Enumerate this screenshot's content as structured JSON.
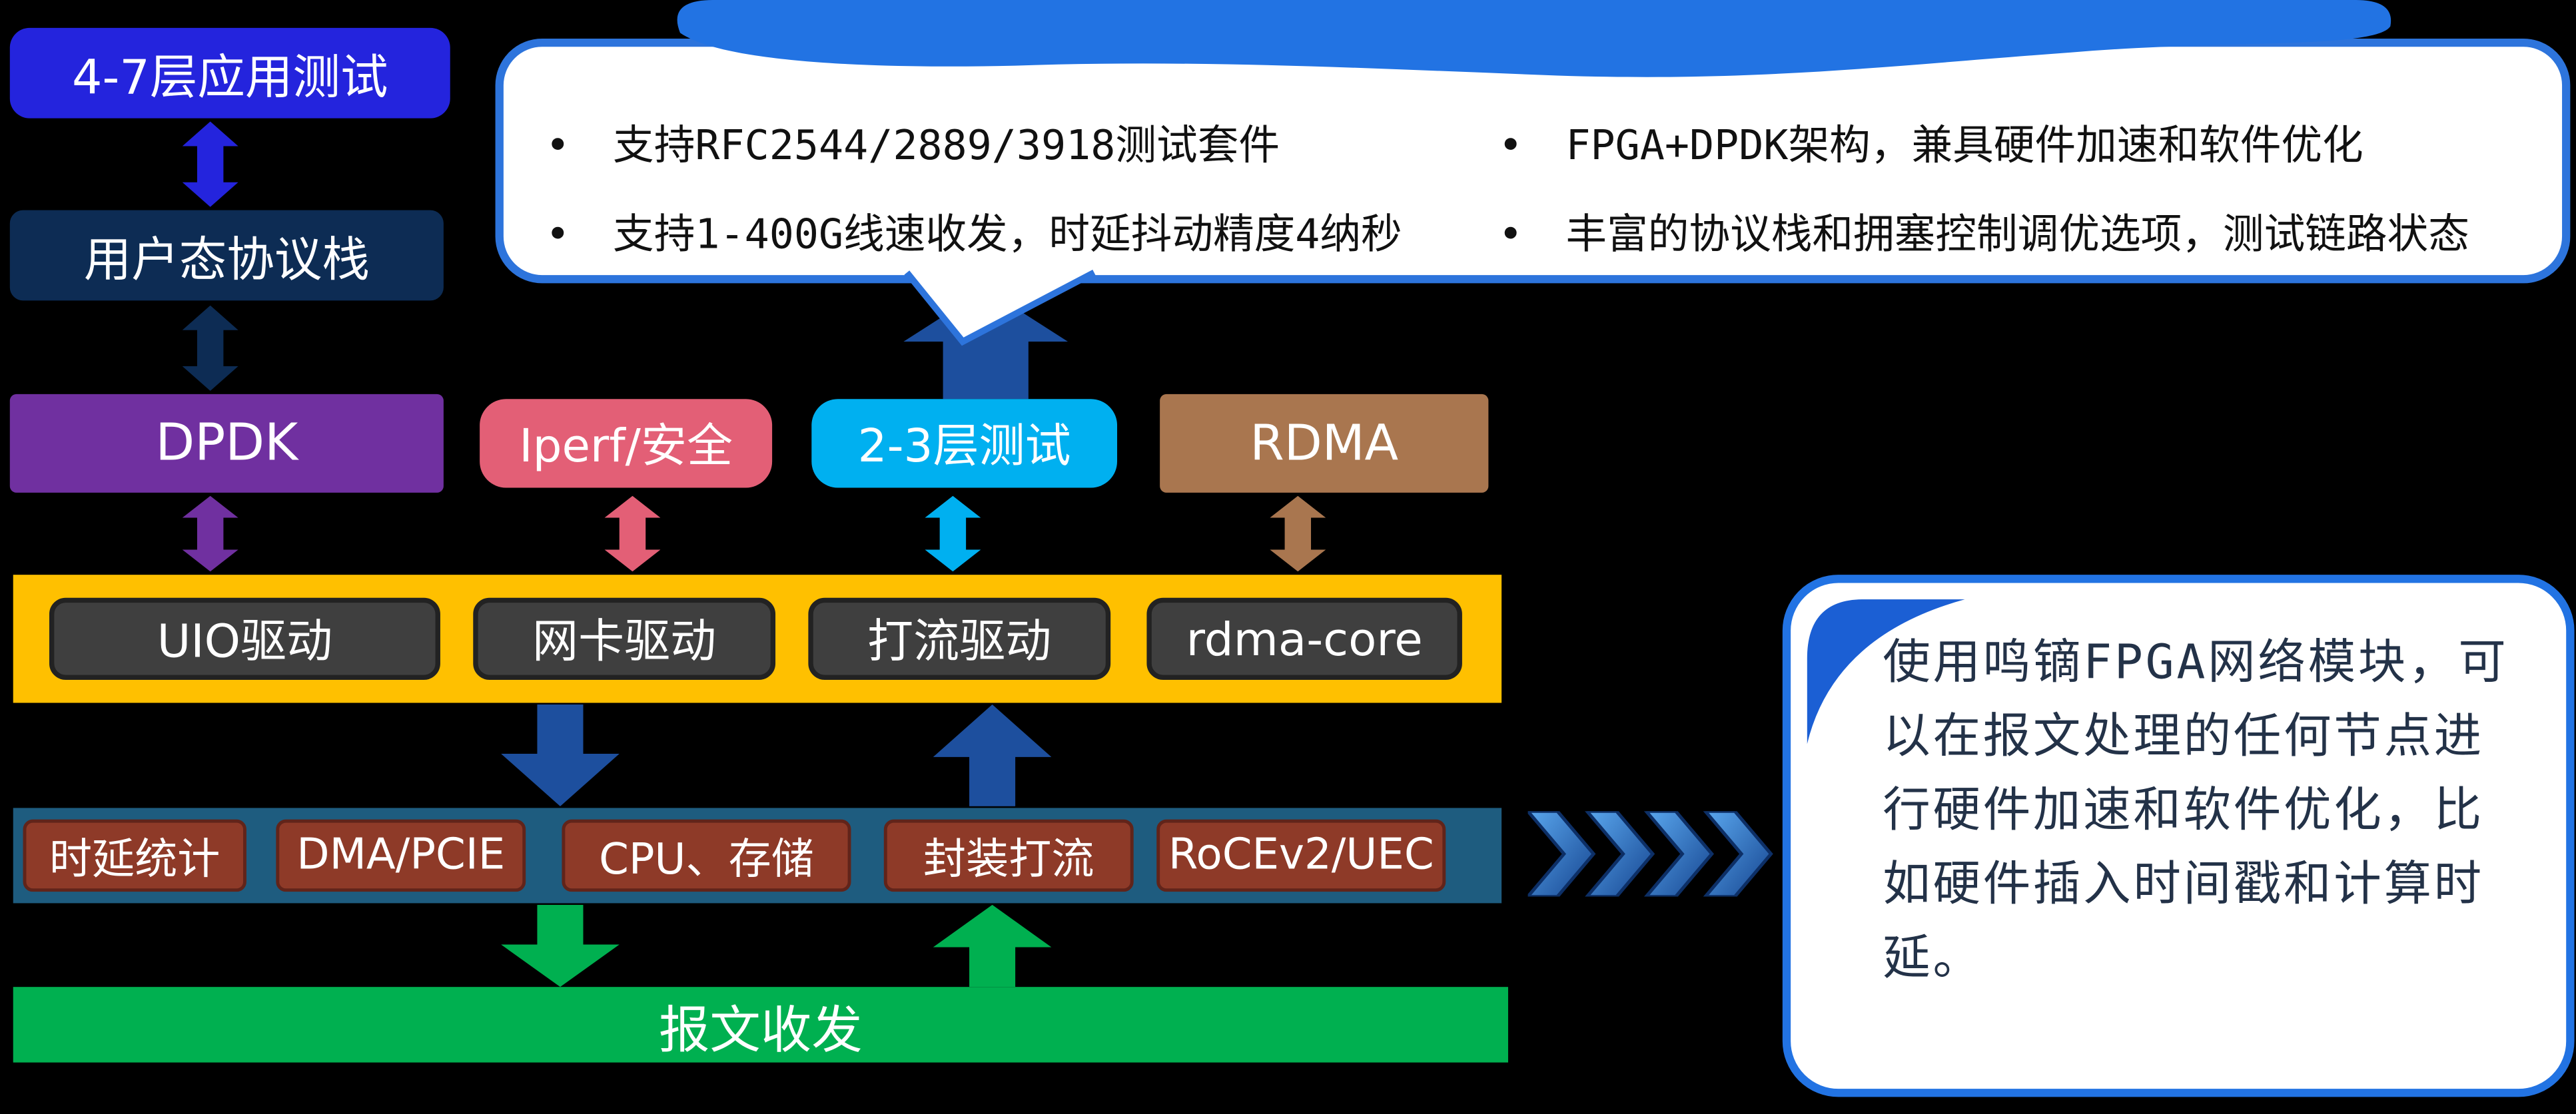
{
  "diagram": {
    "left_stack": {
      "app_test": "4-7层应用测试",
      "user_stack": "用户态协议栈",
      "dpdk": "DPDK"
    },
    "middle_row": {
      "iperf": "Iperf/安全",
      "l23": "2-3层测试",
      "rdma": "RDMA"
    },
    "driver_bar": {
      "items": [
        "UIO驱动",
        "网卡驱动",
        "打流驱动",
        "rdma-core"
      ]
    },
    "hw_bar": {
      "items": [
        "时延统计",
        "DMA/PCIE",
        "CPU、存储",
        "封装打流",
        "RoCEv2/UEC"
      ]
    },
    "packet_bar": {
      "label": "报文收发"
    }
  },
  "top_callout": {
    "bullets": [
      "支持RFC2544/2889/3918测试套件",
      "支持1-400G线速收发，时延抖动精度4纳秒",
      "FPGA+DPDK架构，兼具硬件加速和软件优化",
      "丰富的协议栈和拥塞控制调优选项，测试链路状态"
    ]
  },
  "right_callout": {
    "text": "使用鸣镝FPGA网络模块，可以在报文处理的任何节点进行硬件加速和软件优化，比如硬件插入时间戳和计算时延。"
  },
  "colors": {
    "background": "#000000",
    "app_test_blue": "#2424dd",
    "user_stack_navy": "#0d2c54",
    "dpdk_purple": "#7030a0",
    "iperf_pink": "#e35f76",
    "l23_cyan": "#00b0f0",
    "rdma_brown": "#a9764f",
    "driver_bar_yellow": "#ffc000",
    "driver_box_gray": "#3f3f3f",
    "hw_bar_teal": "#1e5c7f",
    "hw_box_red": "#8e3a28",
    "packet_green": "#00b050",
    "arrow_blue": "#1d4f9e",
    "callout_blue": "#2d74dc"
  }
}
